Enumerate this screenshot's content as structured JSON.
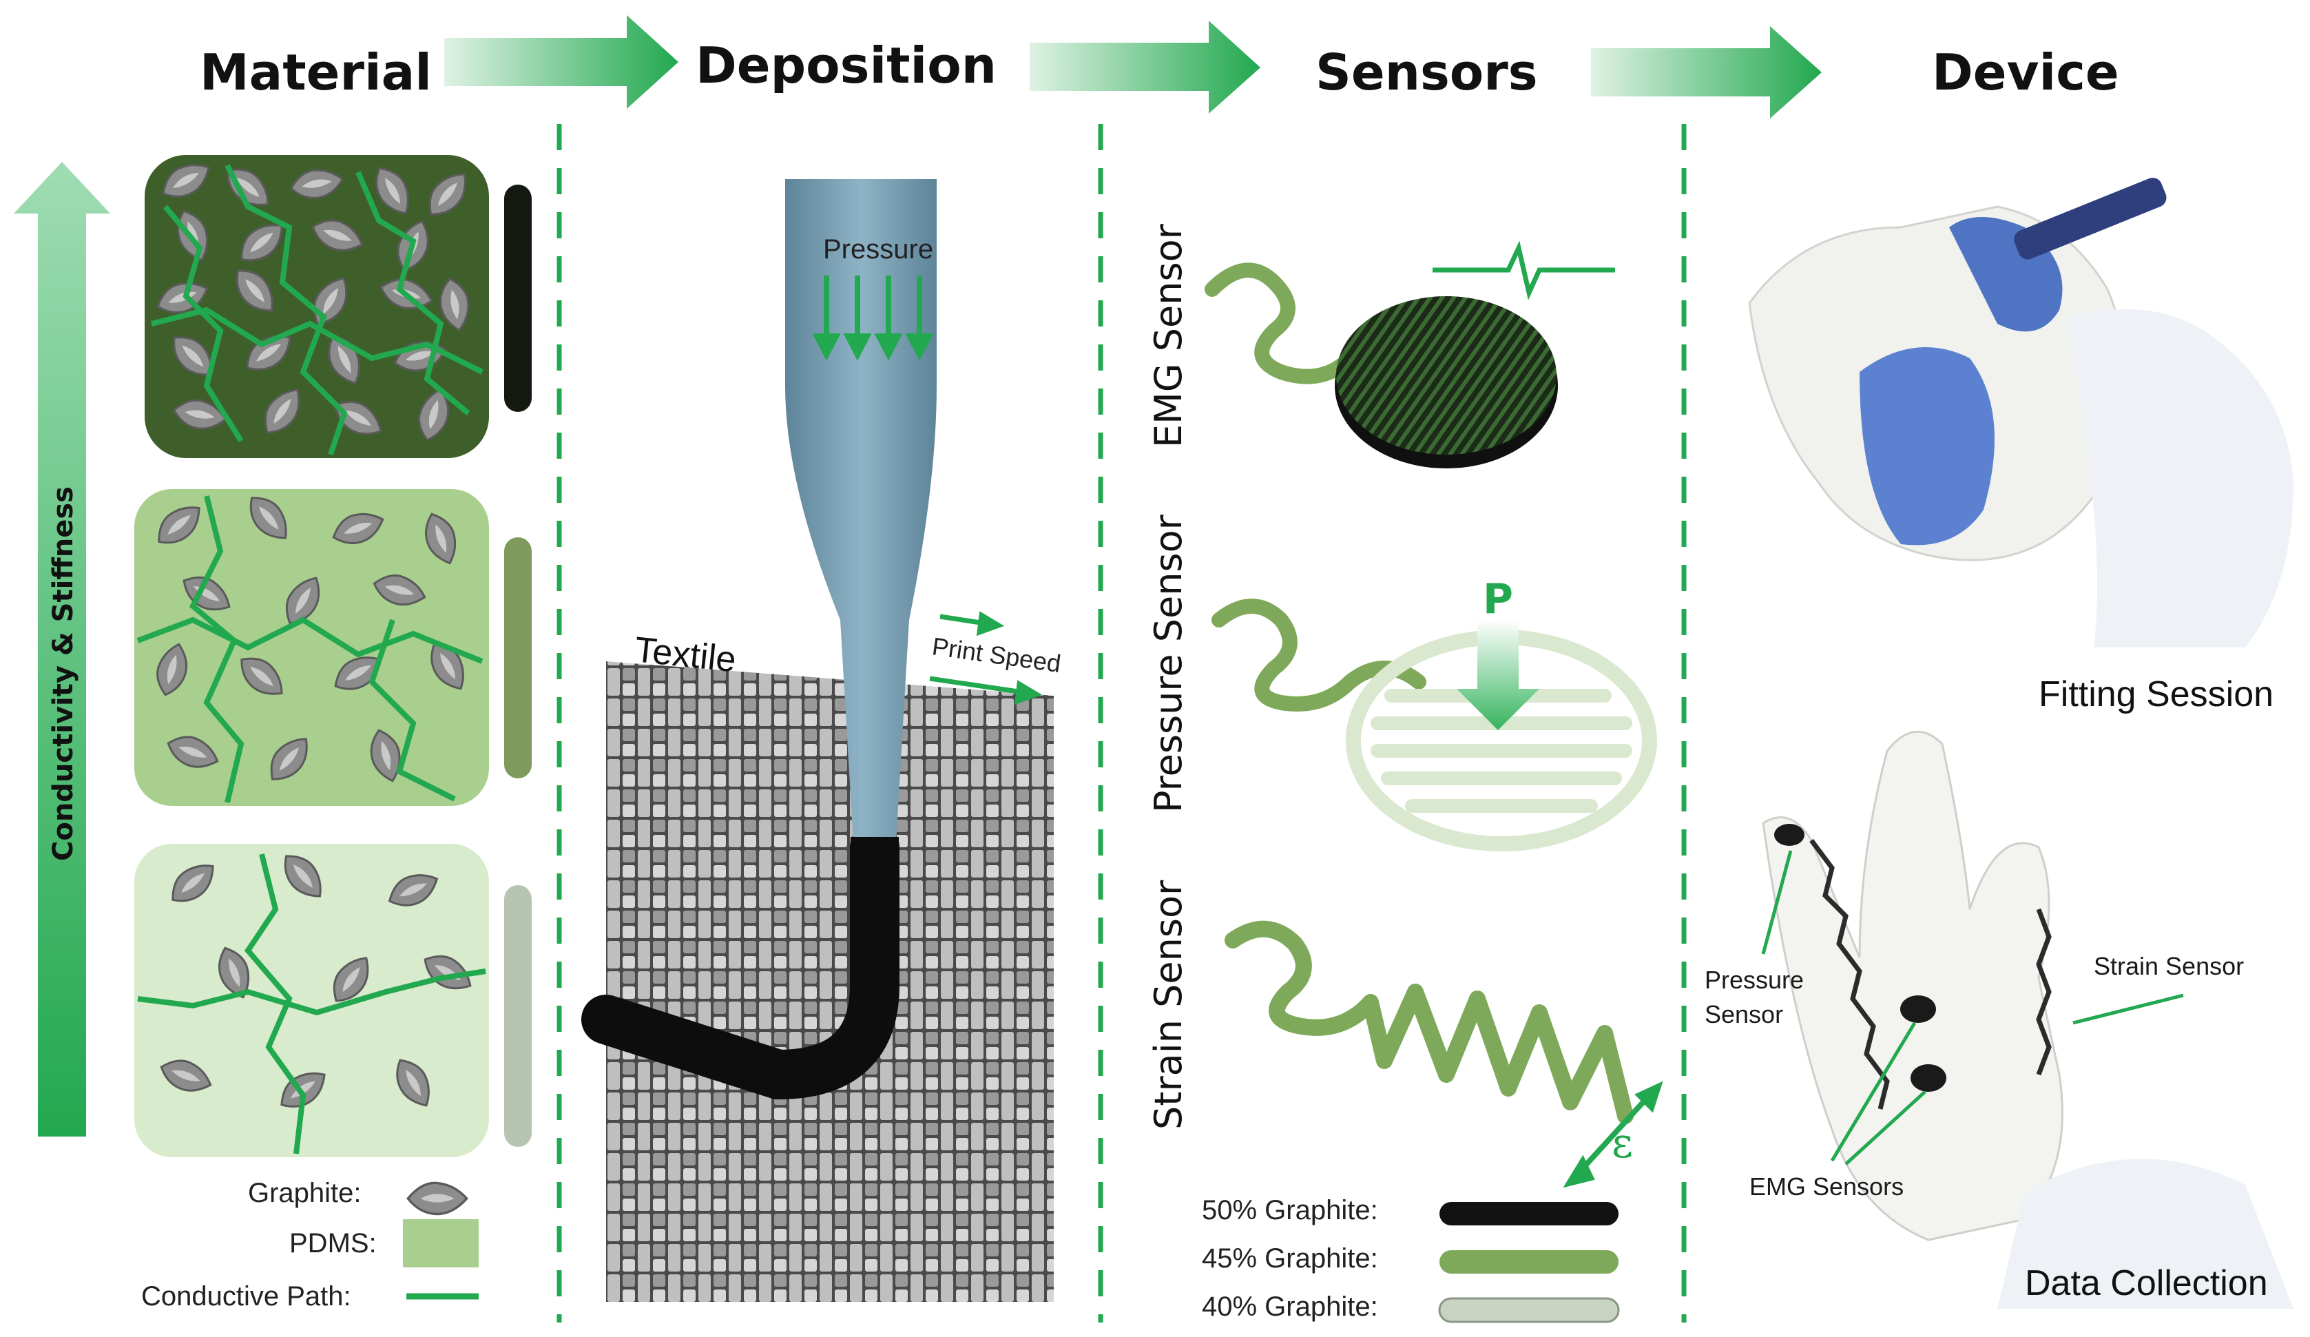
{
  "headers": {
    "material": "Material",
    "deposition": "Deposition",
    "sensors": "Sensors",
    "device": "Device"
  },
  "material": {
    "axis_label": "Conductivity & Stiffness",
    "legend": {
      "graphite": "Graphite:",
      "pdms": "PDMS:",
      "conductive_path": "Conductive Path:"
    }
  },
  "deposition": {
    "pressure_label": "Pressure",
    "print_speed_label": "Print Speed",
    "textile_label": "Textile"
  },
  "sensors": {
    "emg_label": "EMG Sensor",
    "pressure_label": "Pressure Sensor",
    "strain_label": "Strain Sensor",
    "pressure_symbol": "P",
    "strain_symbol": "ε",
    "legend": [
      {
        "label": "50% Graphite:"
      },
      {
        "label": "45% Graphite:"
      },
      {
        "label": "40% Graphite:"
      }
    ]
  },
  "device": {
    "fitting_caption": "Fitting Session",
    "data_caption": "Data Collection",
    "callouts": {
      "pressure_sensor": [
        "Pressure",
        "Sensor"
      ],
      "strain_sensor": "Strain Sensor",
      "emg_sensors": "EMG Sensors"
    }
  },
  "colors": {
    "accent_green": "#22a84f",
    "pdms_dark": "#3f5f2a",
    "pdms_mid": "#a9cf8f",
    "pdms_light": "#d8ebcc",
    "nozzle_blue": "#7fa3b8"
  }
}
